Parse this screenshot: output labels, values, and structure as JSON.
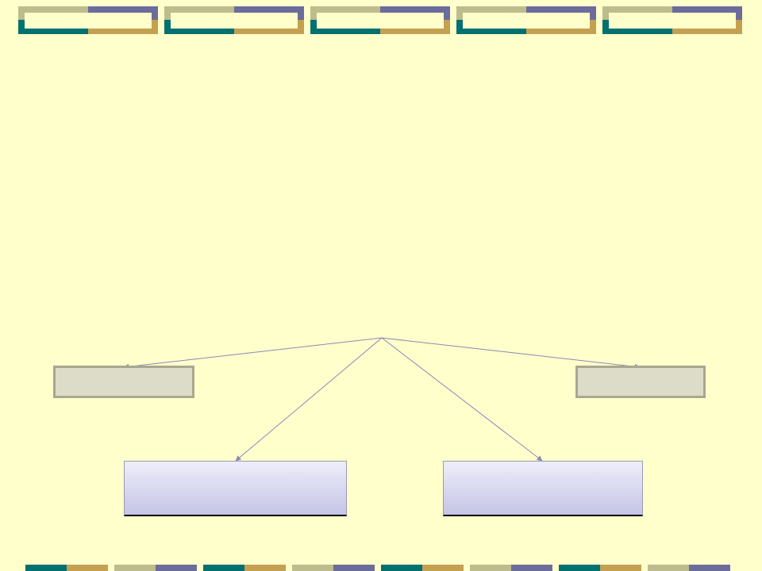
{
  "colors": {
    "background": "#ffffcc",
    "olive": "#bcbc8c",
    "purple": "#6c6c9c",
    "teal": "#007070",
    "gold": "#c4a050",
    "gray_box_fill": "#dcdcc8",
    "gray_box_border": "#a8a890",
    "connector": "#8888b8"
  },
  "top_decorations": [
    {
      "id": 1
    },
    {
      "id": 2
    },
    {
      "id": 3
    },
    {
      "id": 4
    },
    {
      "id": 5
    }
  ],
  "bottom_decorations": [
    {
      "left": "teal",
      "right": "gold"
    },
    {
      "left": "olive",
      "right": "purple"
    },
    {
      "left": "teal",
      "right": "gold"
    },
    {
      "left": "olive",
      "right": "purple"
    },
    {
      "left": "teal",
      "right": "gold"
    },
    {
      "left": "olive",
      "right": "purple"
    },
    {
      "left": "teal",
      "right": "gold"
    },
    {
      "left": "olive",
      "right": "purple"
    }
  ],
  "diagram": {
    "root": {
      "label": ""
    },
    "nodes": [
      {
        "name": "node-left-gray",
        "label": "",
        "style": "gray"
      },
      {
        "name": "node-right-gray",
        "label": "",
        "style": "gray"
      },
      {
        "name": "node-bottom-left",
        "label": "",
        "style": "blue"
      },
      {
        "name": "node-bottom-right",
        "label": "",
        "style": "blue"
      }
    ]
  }
}
